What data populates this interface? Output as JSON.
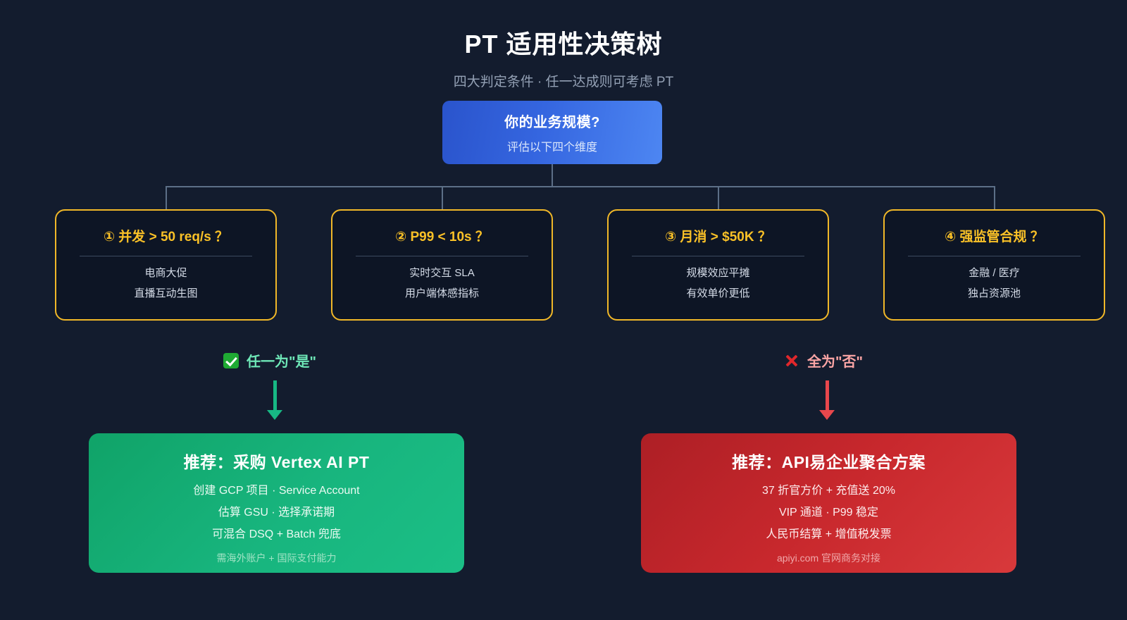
{
  "header": {
    "title": "PT 适用性决策树",
    "subtitle": "四大判定条件 · 任一达成则可考虑 PT"
  },
  "root": {
    "title": "你的业务规模?",
    "subtitle": "评估以下四个维度",
    "gradient_from": "#2a54cc",
    "gradient_to": "#4d86f2"
  },
  "criteria": [
    {
      "title": "① 并发 > 50 req/s ？",
      "items": [
        "电商大促",
        "直播互动生图"
      ]
    },
    {
      "title": "② P99 < 10s ？",
      "items": [
        "实时交互 SLA",
        "用户端体感指标"
      ]
    },
    {
      "title": "③ 月消 > $50K ？",
      "items": [
        "规模效应平摊",
        "有效单价更低"
      ]
    },
    {
      "title": "④ 强监管合规 ？",
      "items": [
        "金融 / 医疗",
        "独占资源池"
      ]
    }
  ],
  "criteria_accent": "#f0b728",
  "branches": {
    "yes": {
      "icon": "check-mark-box-icon",
      "label": "任一为\"是\"",
      "color": "#6ee7b7",
      "arrow_color": "#17b884"
    },
    "no": {
      "icon": "cross-mark-icon",
      "label": "全为\"否\"",
      "color": "#fca5a5",
      "arrow_color": "#e8474c"
    }
  },
  "results": [
    {
      "title": "推荐：采购 Vertex AI PT",
      "items": [
        "创建 GCP 项目 · Service Account",
        "估算 GSU · 选择承诺期",
        "可混合 DSQ + Batch 兜底"
      ],
      "note": "需海外账户 + 国际支付能力",
      "color": "#18b57e"
    },
    {
      "title": "推荐：API易企业聚合方案",
      "items": [
        "37 折官方价 + 充值送 20%",
        "VIP 通道 · P99 稳定",
        "人民币结算 + 增值税发票"
      ],
      "note": "apiyi.com 官网商务对接",
      "color": "#c8282d"
    }
  ]
}
